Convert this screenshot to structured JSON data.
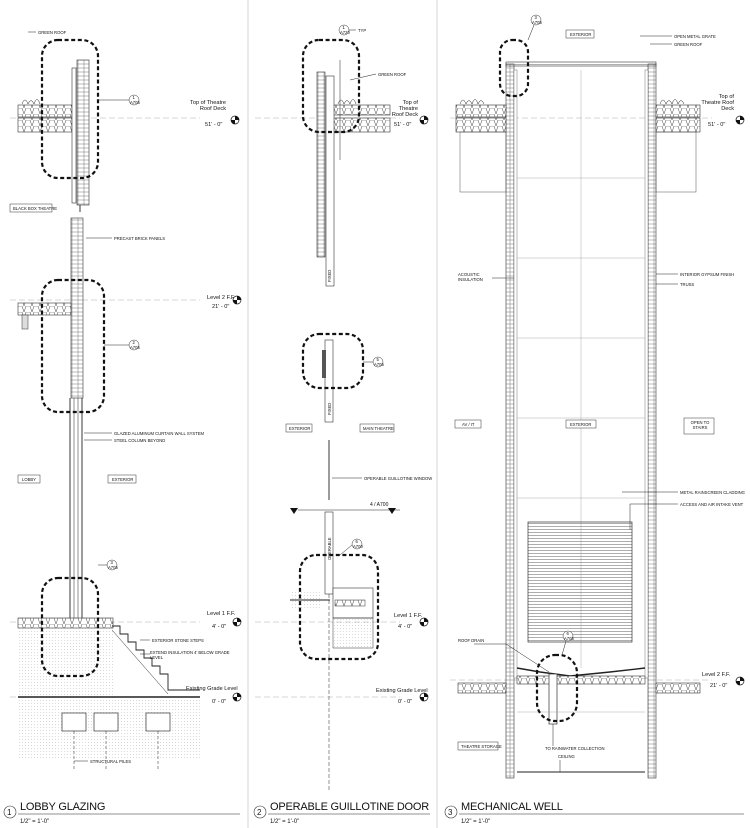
{
  "panels": [
    {
      "number": "1",
      "title": "LOBBY GLAZING",
      "scale": "1/2\" = 1'-0\"",
      "labels": {
        "green_roof": "GREEN ROOF",
        "black_box": "BLACK BOX THEATRE",
        "brick_panels": "PRECAST BRICK PANELS",
        "curtain_wall": "GLAZED ALUMINUM CURTAIN WALL SYSTEM",
        "steel_column": "STEEL COLUMN BEYOND",
        "lobby": "LOBBY",
        "exterior": "EXTERIOR",
        "stone_steps": "EXTERIOR STONE STEPS",
        "insulation": "EXTEND INSULATION 4' BELOW GRADE LEVEL",
        "piles": "STRUCTURAL PILES"
      },
      "callouts": [
        {
          "num": "1",
          "sheet": "A705"
        },
        {
          "num": "2",
          "sheet": "A705"
        },
        {
          "num": "3",
          "sheet": "A705"
        }
      ],
      "levels": [
        {
          "name": "Top of Theatre Roof Deck",
          "elev": "51' - 0\""
        },
        {
          "name": "Level 2 F.F.",
          "elev": "21' - 0\""
        },
        {
          "name": "Level 1 F.F.",
          "elev": "4' - 0\""
        },
        {
          "name": "Existing Grade Level",
          "elev": "0' - 0\""
        }
      ]
    },
    {
      "number": "2",
      "title": "OPERABLE GUILLOTINE DOOR",
      "scale": "1/2\" = 1'-0\"",
      "labels": {
        "typ": "TYP",
        "green_roof": "GREEN ROOF",
        "exterior": "EXTERIOR",
        "main_theatre": "MAIN THEATRE",
        "guillotine": "OPERABLE GUILLOTINE WINDOW",
        "fixed": "FIXED",
        "operable": "OPERABLE",
        "section": "4 / A700"
      },
      "callouts": [
        {
          "num": "1",
          "sheet": "A720"
        },
        {
          "num": "5",
          "sheet": "A705"
        },
        {
          "num": "6",
          "sheet": "A700"
        }
      ],
      "levels": [
        {
          "name": "Top of Theatre Roof Deck",
          "elev": "51' - 0\""
        },
        {
          "name": "Level 1 F.F.",
          "elev": "4' - 0\""
        },
        {
          "name": "Existing Grade Level",
          "elev": "0' - 0\""
        }
      ]
    },
    {
      "number": "3",
      "title": "MECHANICAL WELL",
      "scale": "1/2\" = 1'-0\"",
      "labels": {
        "exterior_top": "EXTERIOR",
        "metal_grate": "OPEN METAL GRATE",
        "green_roof": "GREEN ROOF",
        "acoustic": "ACOUSTIC INSULATION",
        "gypsum": "INTERIOR GYPSUM FINISH",
        "truss": "TRUSS",
        "av_it": "AV / IT",
        "exterior_mid": "EXTERIOR",
        "open_stairs": "OPEN TO STAIRS",
        "rainscreen": "METAL RAINSCREEN CLADDING",
        "access_vent": "ACCESS AND AIR INTAKE VENT",
        "roof_drain": "ROOF DRAIN",
        "theatre_storage": "THEATRE STORAGE",
        "rainwater": "TO RAINWATER COLLECTION",
        "ceiling": "CEILING"
      },
      "callouts": [
        {
          "num": "3",
          "sheet": "A705"
        },
        {
          "num": "6",
          "sheet": "A705"
        }
      ],
      "levels": [
        {
          "name": "Top of Theatre Roof Deck",
          "elev": "51' - 0\""
        },
        {
          "name": "Level 2 F.F.",
          "elev": "21' - 0\""
        }
      ]
    }
  ]
}
